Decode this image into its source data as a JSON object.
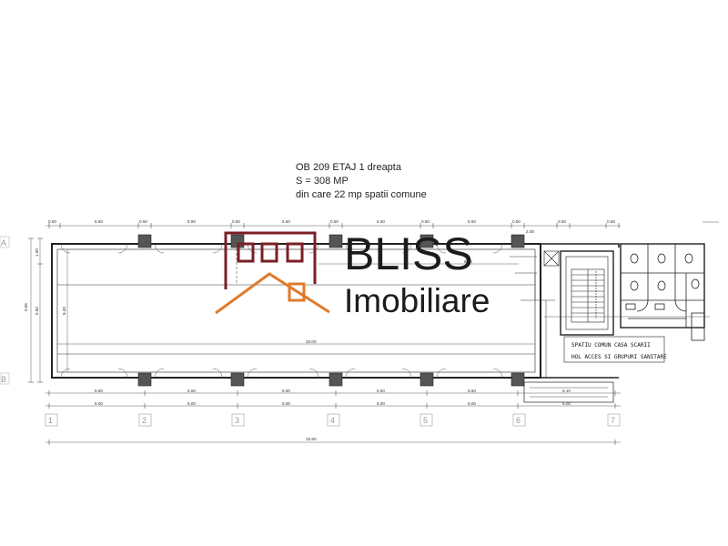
{
  "header": {
    "line1": "OB 209 ETAJ 1 dreapta",
    "line2": "S = 308 MP",
    "line3": "din care 22 mp spatii comune"
  },
  "logo": {
    "word1": "BLISS",
    "word2": "Imobiliare",
    "roof_color": "#e07b2c",
    "house_color": "#7a1f26",
    "text_color": "#1c1c1c"
  },
  "notes": {
    "line1": "SPATIU COMUN CASA SCARII",
    "line2": "HOL ACCES SI GRUPURI SANITARE"
  },
  "axes": {
    "columns": [
      "1",
      "2",
      "3",
      "4",
      "5",
      "6",
      "7"
    ],
    "rows": [
      "A",
      "B"
    ]
  },
  "dimensions": {
    "top_row": [
      "0.50",
      "5.50",
      "0.50",
      "5.50",
      "0.50",
      "5.50",
      "0.50",
      "5.50",
      "0.50",
      "5.50",
      "0.50",
      "0.50",
      "0.50"
    ],
    "bottom_row1": [
      "5.50",
      "5.50",
      "5.50",
      "5.50",
      "5.50",
      "5.10"
    ],
    "bottom_row2": [
      "6.00",
      "6.00",
      "6.00",
      "6.00",
      "6.00",
      "6.00"
    ],
    "overall_length": "33.80",
    "overall_height": "9.65",
    "left_chain": [
      "1.90",
      "5.60"
    ],
    "inner_height": "8.40",
    "inner_length": "33.00",
    "corridor_width": "6.30",
    "stair_width": "2.00"
  }
}
